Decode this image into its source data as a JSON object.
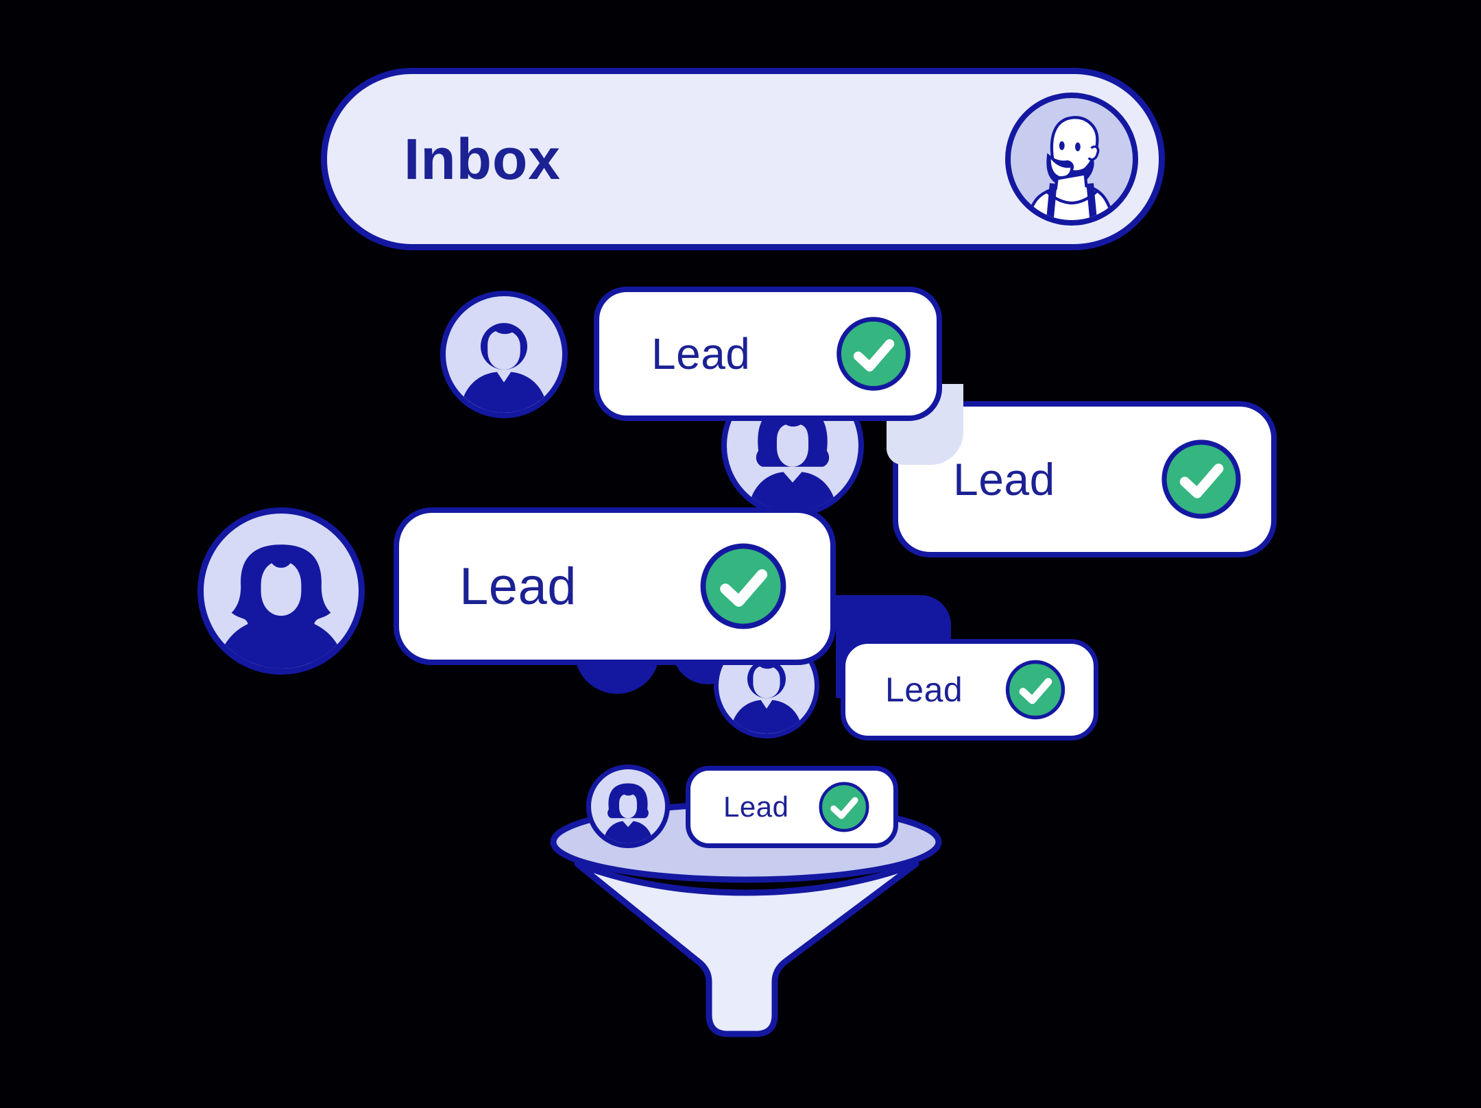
{
  "header": {
    "title": "Inbox",
    "avatar": "bearded-man-avatar"
  },
  "cards": [
    {
      "label": "Lead",
      "status": "checked"
    },
    {
      "label": "Lead",
      "status": "checked"
    },
    {
      "label": "Lead",
      "status": "checked"
    },
    {
      "label": "Lead",
      "status": "checked"
    },
    {
      "label": "Lead",
      "status": "checked"
    }
  ],
  "avatars": [
    {
      "kind": "man-short-hair"
    },
    {
      "kind": "woman-bob"
    },
    {
      "kind": "woman-long-hair"
    },
    {
      "kind": "man-short-hair-small"
    },
    {
      "kind": "woman-bob-small"
    }
  ],
  "funnel": {
    "shape": "lead-funnel"
  },
  "colors": {
    "navy": "#1418a0",
    "text_navy": "#1c2193",
    "green": "#35b57f",
    "lav_light": "#e9ebfa",
    "lav_mid": "#d6daf6",
    "funnel_rim": "#c8cdf0",
    "funnel_body": "#e9ecfb",
    "ghost": "#dde1f6",
    "bg": "#000005",
    "white": "#ffffff"
  }
}
